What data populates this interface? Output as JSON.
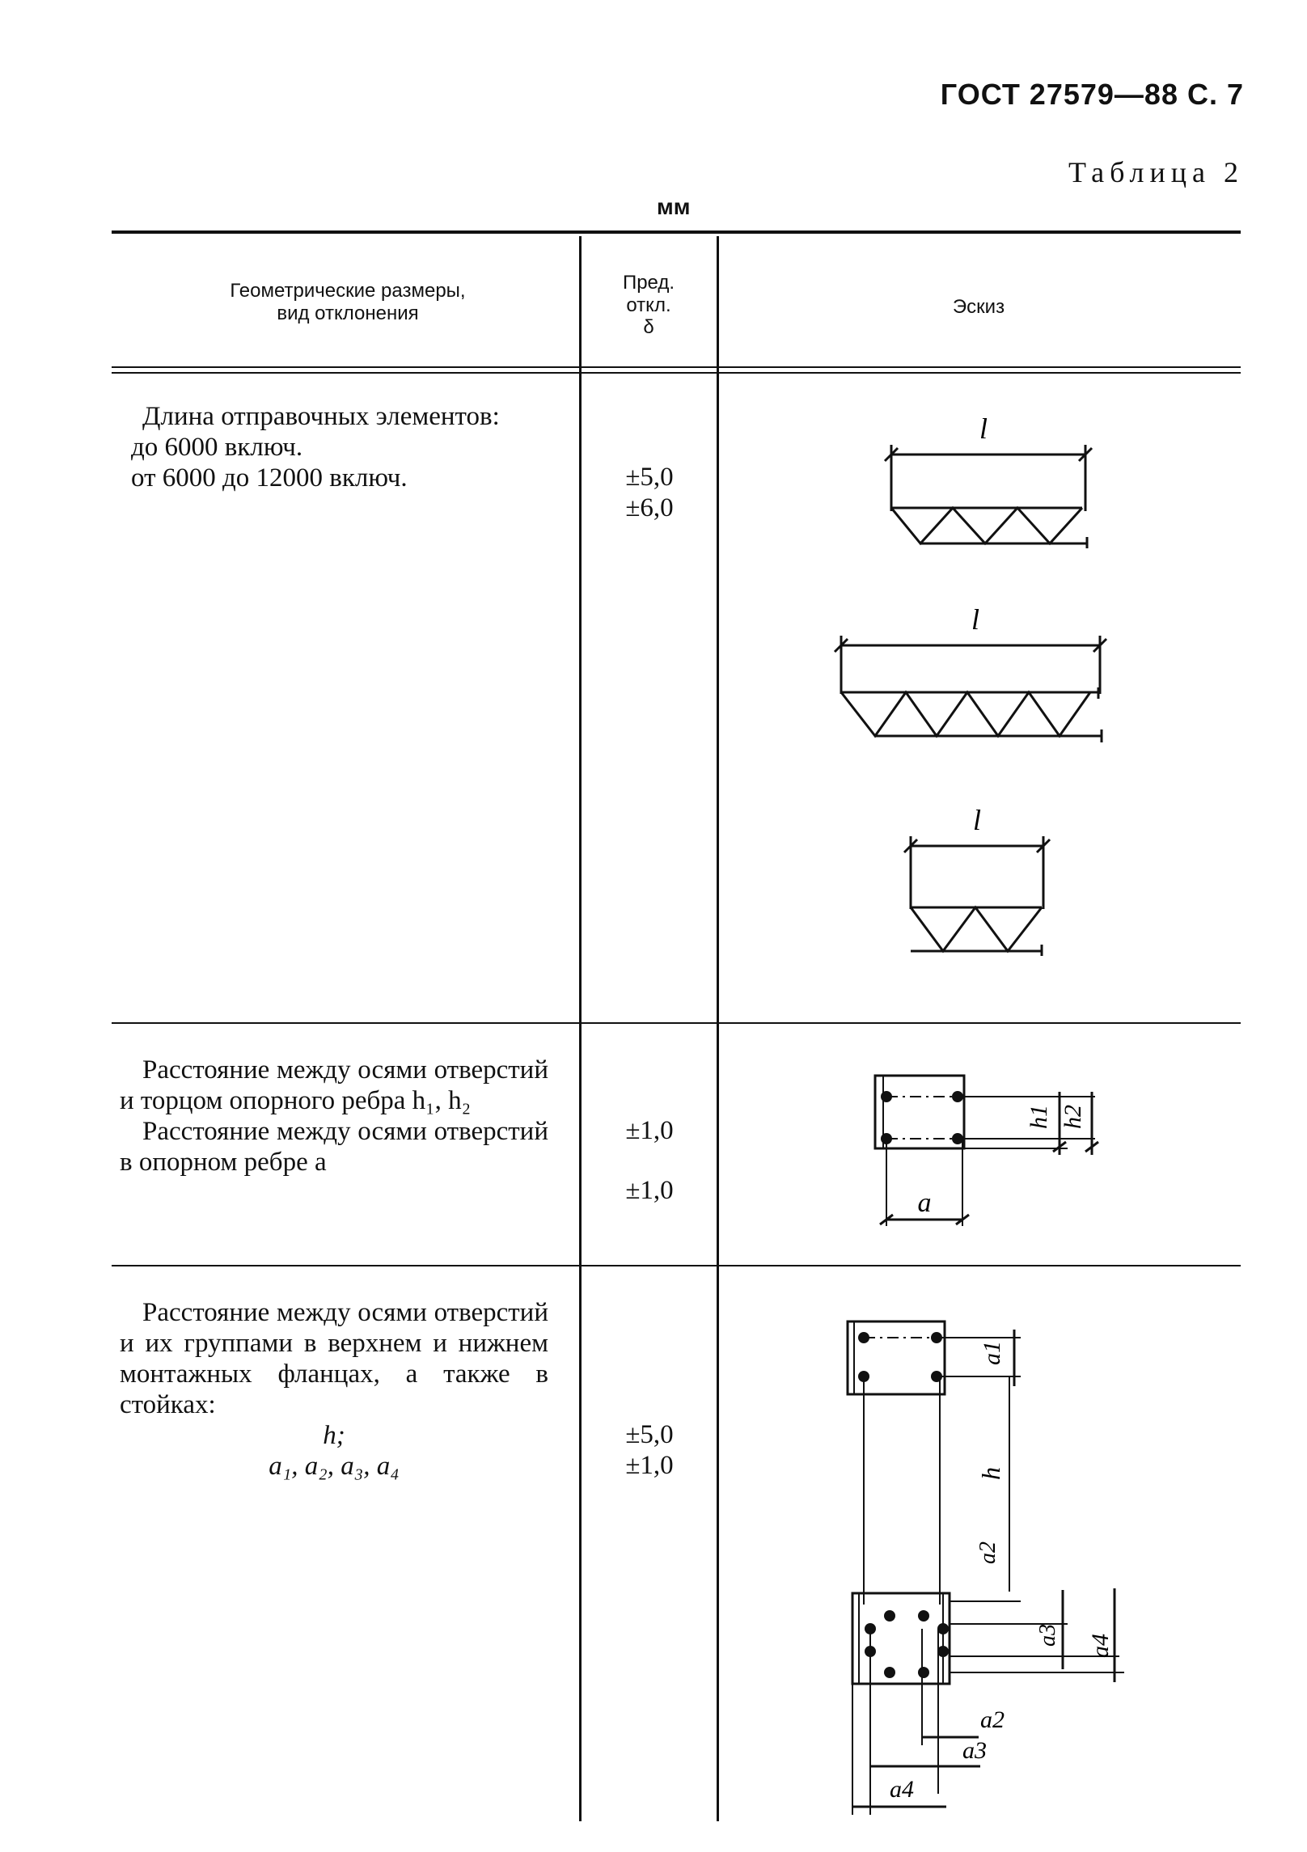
{
  "page": {
    "header": "ГОСТ 27579—88 С. 7",
    "table_label": "Таблица 2",
    "units": "мм"
  },
  "table": {
    "columns": [
      "Геометрические размеры,\nвид отклонения",
      "Пред.\nоткл.\nδ",
      "Эскиз"
    ],
    "rows": [
      {
        "description": {
          "title": "Длина отправочных элементов:",
          "line1": "до 6000 включ.",
          "line2": "от 6000 до 12000 включ."
        },
        "values": [
          "±5,0",
          "±6,0"
        ],
        "sketch_labels": [
          "l",
          "l",
          "l"
        ]
      },
      {
        "description": {
          "text1": "Расстояние между осями отверстий и торцом опорного ребра h₁, h₂",
          "text2": "Расстояние между осями отверстий в опорном ребре a"
        },
        "values": [
          "±1,0",
          "±1,0"
        ],
        "sketch_labels": [
          "h1",
          "h2",
          "a"
        ]
      },
      {
        "description": {
          "text": "Расстояние между осями отверстий и их группами в верхнем и нижнем монтажных фланцах, а также в стойках:",
          "line1": "h;",
          "line2": "a₁, a₂, a₃, a₄"
        },
        "values": [
          "±5,0",
          "±1,0"
        ],
        "sketch_labels": [
          "a1",
          "h",
          "a2",
          "a3",
          "a4",
          "a2",
          "a3",
          "a4"
        ]
      }
    ]
  }
}
